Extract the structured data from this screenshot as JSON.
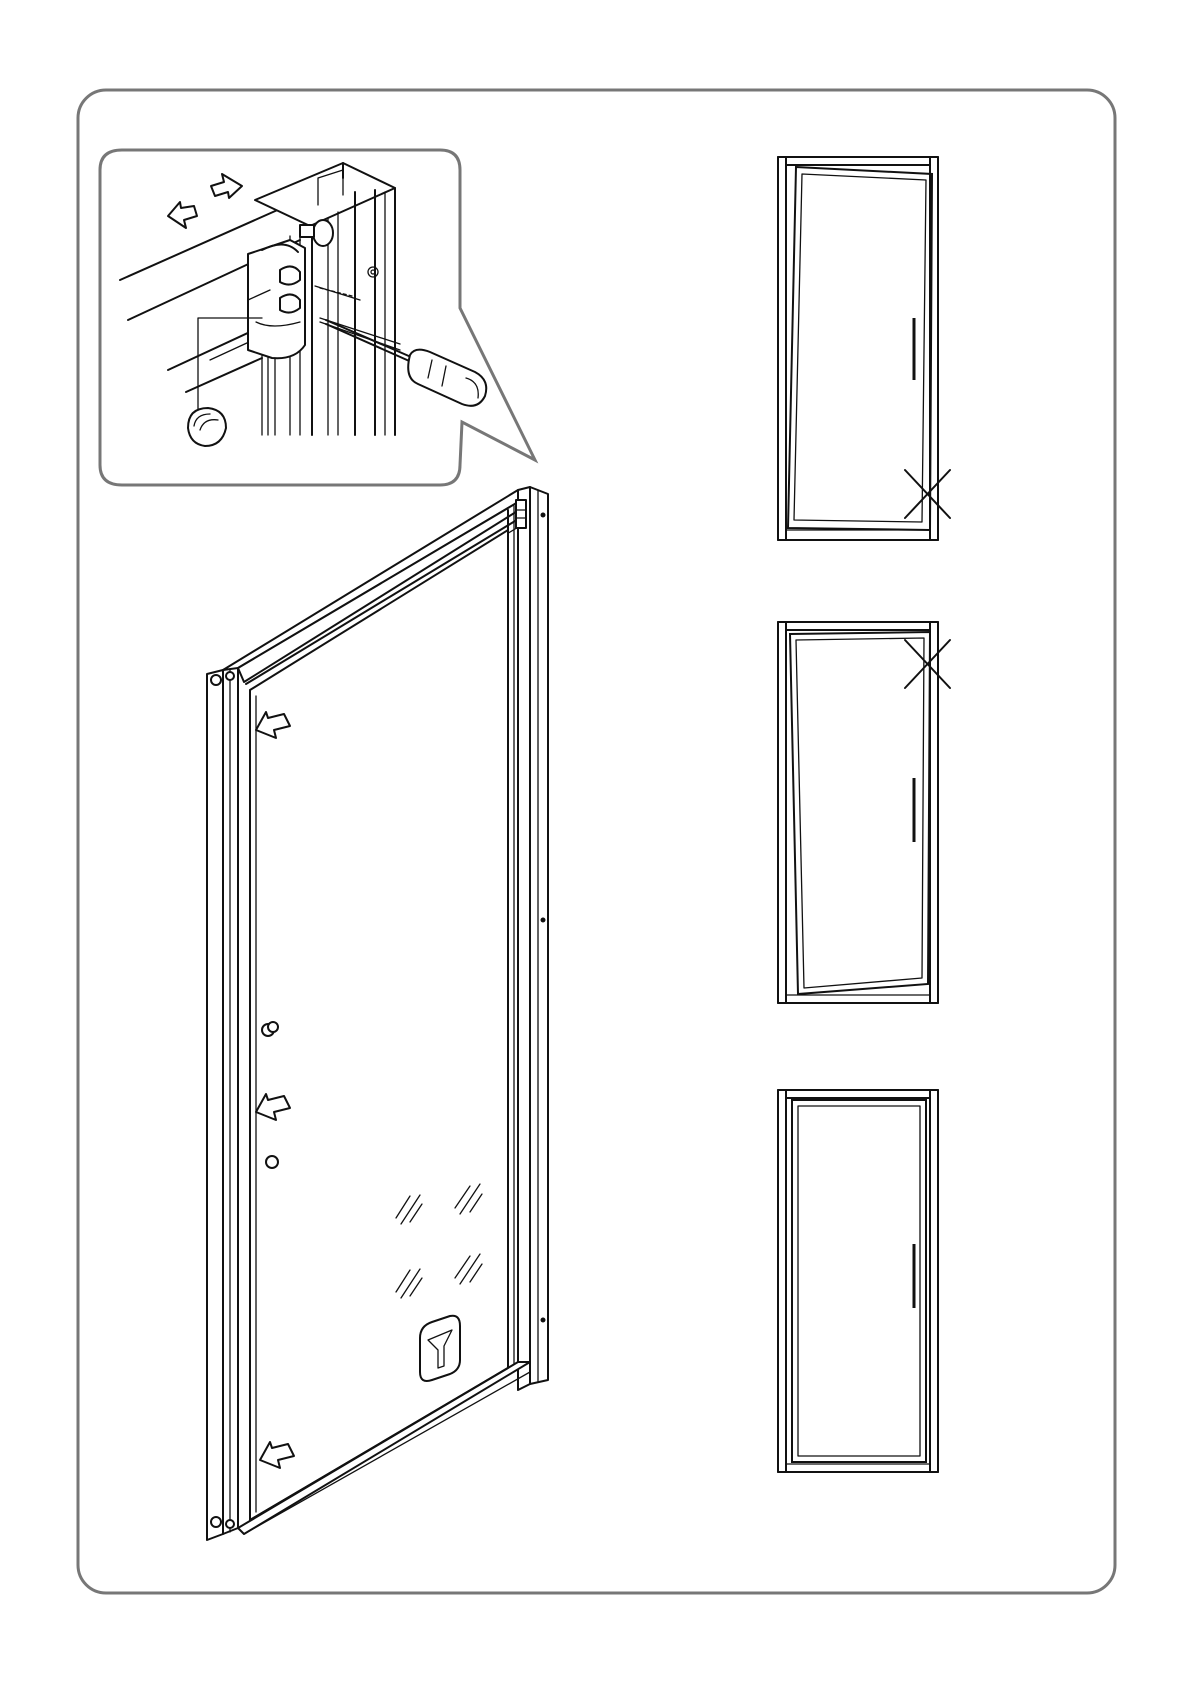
{
  "figure": {
    "page_number": "",
    "icons": [
      "adjust-arrow-icon",
      "screwdriver-icon",
      "cap-icon",
      "cross-mark-icon",
      "glass-hatch-icon",
      "logo-icon"
    ],
    "colors": {
      "line": "#111111",
      "frame": "#777777",
      "background": "#ffffff"
    }
  },
  "door_states": [
    {
      "name": "tilted-bottom-gap",
      "status": "incorrect"
    },
    {
      "name": "tilted-top-gap",
      "status": "incorrect"
    },
    {
      "name": "aligned",
      "status": "correct"
    }
  ]
}
